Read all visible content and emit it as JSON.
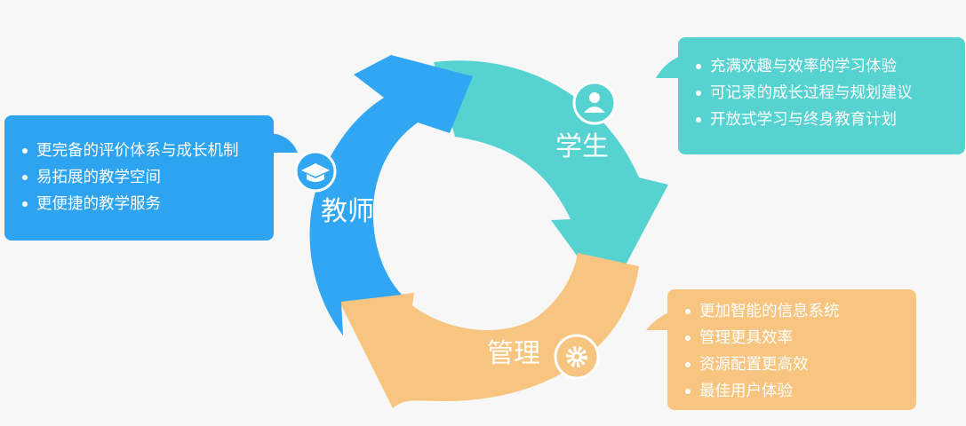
{
  "colors": {
    "teacher": "#2ea4f0",
    "student": "#56d3d1",
    "management": "#f7c57f",
    "background": "#f7f7f8"
  },
  "cycle": {
    "teacher": {
      "label": "教师",
      "icon": "graduation-cap-icon"
    },
    "student": {
      "label": "学生",
      "icon": "user-icon"
    },
    "management": {
      "label": "管理",
      "icon": "gear-icon"
    }
  },
  "callouts": {
    "teacher": {
      "items": [
        "更完备的评价体系与成长机制",
        "易拓展的教学空间",
        "更便捷的教学服务"
      ]
    },
    "student": {
      "items": [
        "充满欢趣与效率的学习体验",
        "可记录的成长过程与规划建议",
        "开放式学习与终身教育计划"
      ]
    },
    "management": {
      "items": [
        "更加智能的信息系统",
        "管理更具效率",
        "资源配置更高效",
        "最佳用户体验"
      ]
    }
  }
}
